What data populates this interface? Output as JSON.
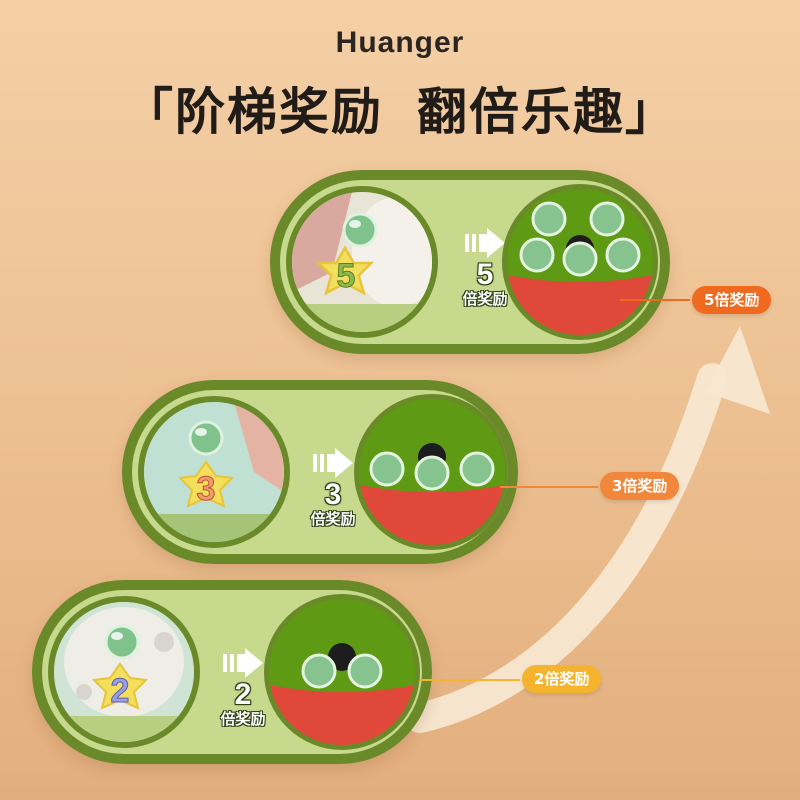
{
  "brand": "Huanger",
  "headline": {
    "open_bracket": "「",
    "part1": "阶梯奖励",
    "part2": "翻倍乐趣",
    "close_bracket": "」"
  },
  "cards": [
    {
      "multiplier": "5",
      "reward_label": "倍奖励",
      "badge_text": "5倍奖励",
      "badge_color": "#ef6a1f"
    },
    {
      "multiplier": "3",
      "reward_label": "倍奖励",
      "badge_text": "3倍奖励",
      "badge_color": "#f0873a"
    },
    {
      "multiplier": "2",
      "reward_label": "倍奖励",
      "badge_text": "2倍奖励",
      "badge_color": "#f6b42e"
    }
  ],
  "colors": {
    "card_border": "#6a8a2a",
    "card_fill": "#c7d98c",
    "bowl_green": "#5f9a14",
    "bowl_red": "#e0483a",
    "arrow_cream": "#f7e8d2"
  },
  "icons": [
    "double-chevron-right-arrow",
    "star-number-card",
    "marble",
    "up-arrow"
  ]
}
